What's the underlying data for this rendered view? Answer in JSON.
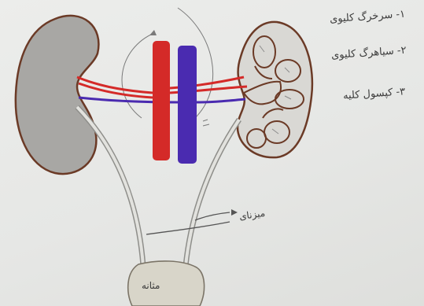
{
  "labels": {
    "legend_1": "۱- سرخرگ کلیوی",
    "legend_2": "۲- سیاهرگ کلیوی",
    "legend_3": "۳- کپسول کلیه",
    "ureter": "میزنای",
    "bladder": "مثانه"
  },
  "colors": {
    "kidney_outline": "#6b3a26",
    "kidney_shading": "#a8a7a4",
    "artery": "#d42a28",
    "vein": "#4a2bb0",
    "ureter": "#c9c8c2",
    "pencil": "#555555",
    "ink": "#3c3c3c"
  }
}
